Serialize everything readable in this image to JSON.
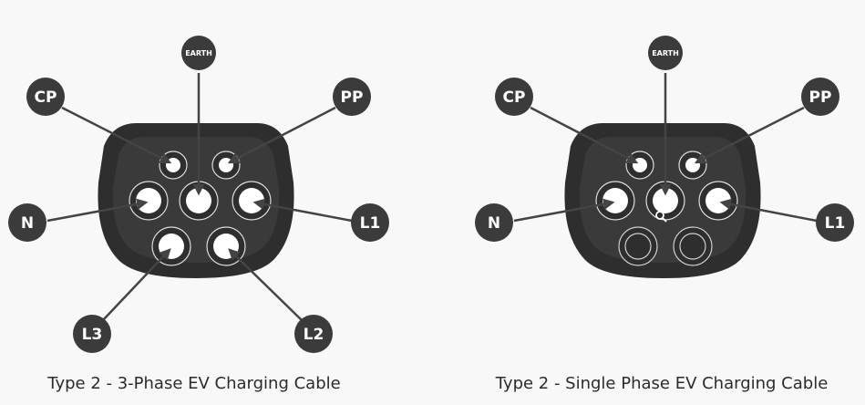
{
  "connectors": [
    {
      "id": "three-phase",
      "caption": "Type 2 - 3-Phase EV Charging Cable",
      "labels": {
        "earth": "EARTH",
        "cp": "CP",
        "pp": "PP",
        "n": "N",
        "l1": "L1",
        "l2": "L2",
        "l3": "L3"
      }
    },
    {
      "id": "single-phase",
      "caption": "Type 2 - Single Phase EV Charging Cable",
      "labels": {
        "earth": "EARTH",
        "cp": "CP",
        "pp": "PP",
        "n": "N",
        "l1": "L1"
      }
    }
  ],
  "colors": {
    "background": "#f8f8f8",
    "socket_outer": "#2d2d2d",
    "socket_face": "#3a3a3a",
    "label_bubble": "#3b3b3b",
    "pin_fill": "#ffffff",
    "arrow": "#444444"
  }
}
